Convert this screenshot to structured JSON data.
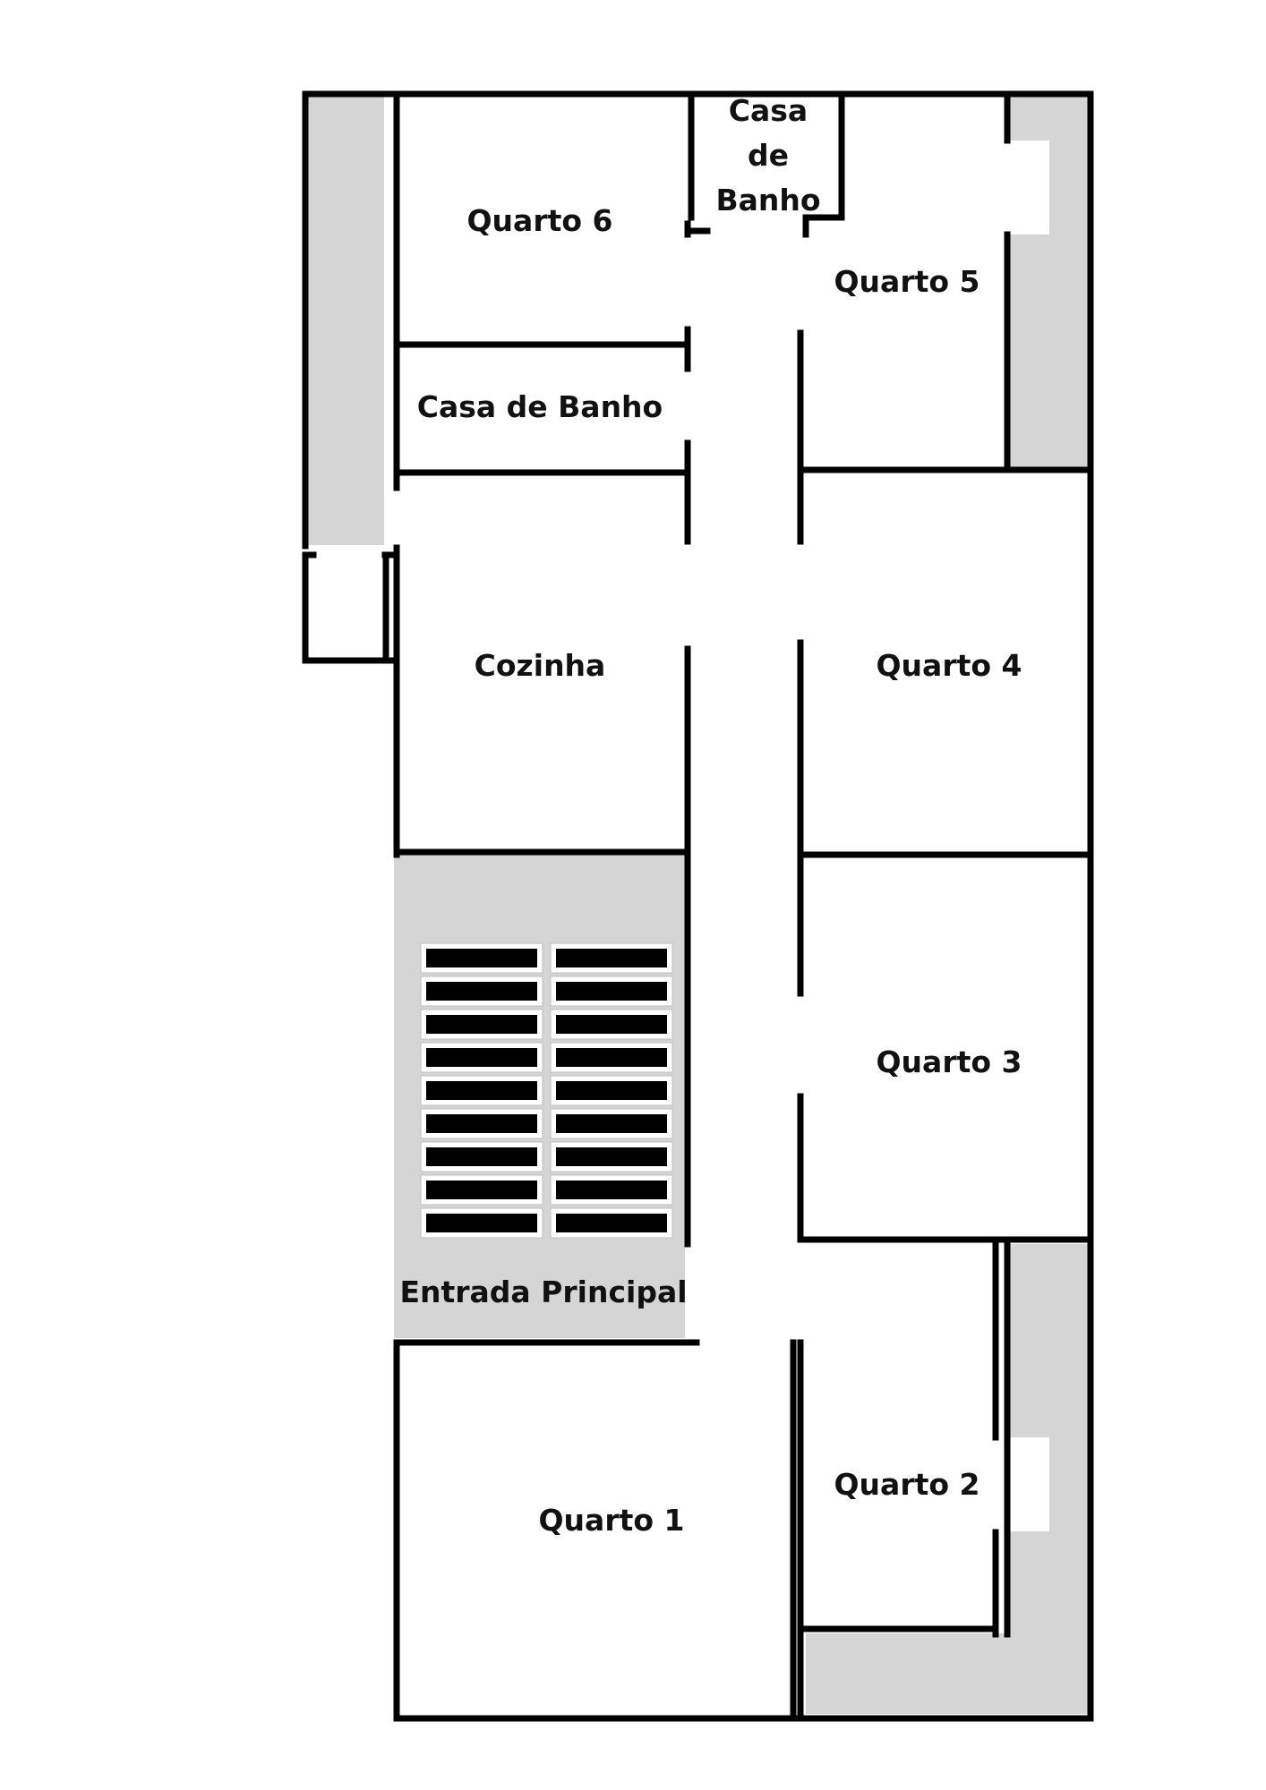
{
  "colors": {
    "wall": "#000000",
    "shaded": "#d5d5d5",
    "floor": "#ffffff"
  },
  "rooms": {
    "quarto6": "Quarto 6",
    "casa_de_banho_top": [
      "Casa",
      "de",
      "Banho"
    ],
    "quarto5": "Quarto 5",
    "casa_de_banho": "Casa de Banho",
    "cozinha": "Cozinha",
    "quarto4": "Quarto 4",
    "quarto3": "Quarto 3",
    "entrada_principal": "Entrada Principal",
    "quarto1": "Quarto 1",
    "quarto2": "Quarto 2"
  },
  "stairs": {
    "columns": 2,
    "steps_per_column": 9
  }
}
